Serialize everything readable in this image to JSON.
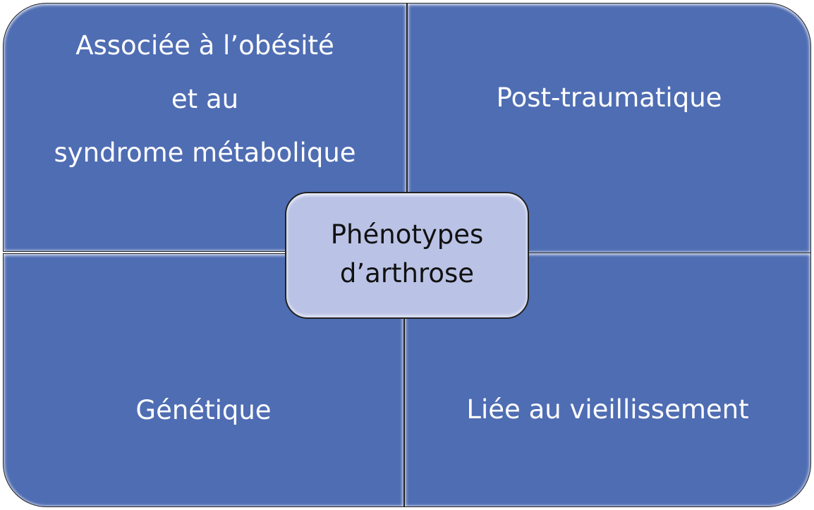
{
  "diagram": {
    "center": {
      "lines": [
        "Phénotypes",
        "d’arthrose"
      ]
    },
    "quadrants": {
      "top_left": {
        "lines": [
          "Associée à l’obésité",
          "et au",
          "syndrome métabolique"
        ]
      },
      "top_right": {
        "lines": [
          "Post-traumatique"
        ]
      },
      "bottom_left": {
        "lines": [
          "Génétique"
        ]
      },
      "bottom_right": {
        "lines": [
          "Liée au vieillissement"
        ]
      }
    },
    "colors": {
      "quadrant_fill": "#4f6db3",
      "center_fill": "#bac3e6",
      "quadrant_text": "#ffffff",
      "center_text": "#111111"
    }
  }
}
